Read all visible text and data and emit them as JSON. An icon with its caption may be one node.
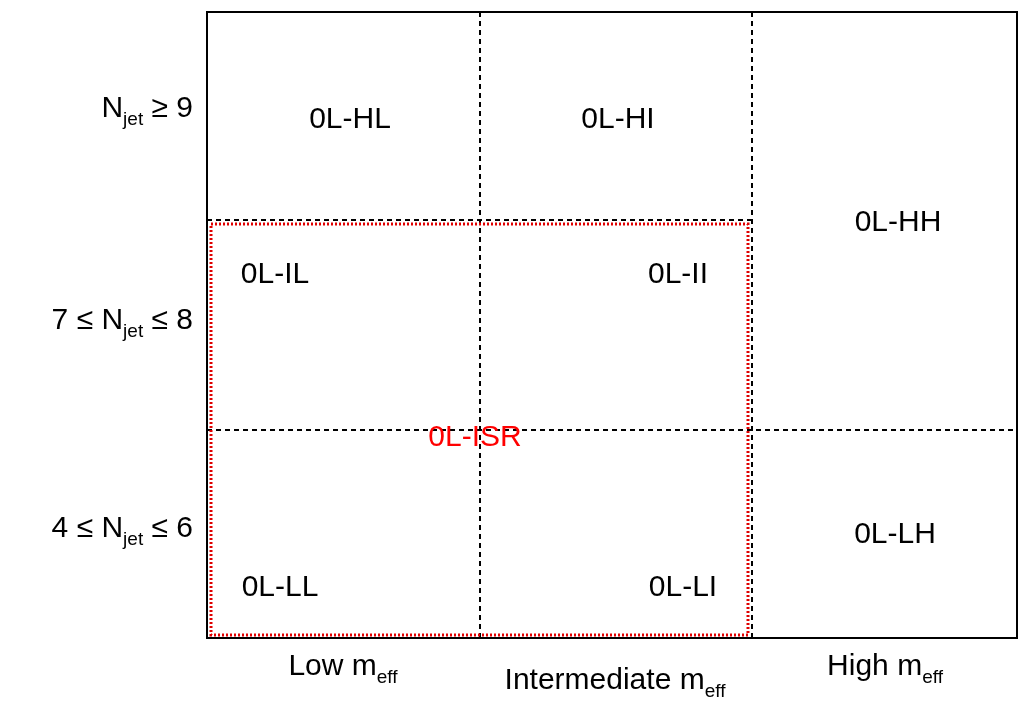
{
  "diagram": {
    "labels": [
      "N$_{jet}$ ≥ 9",
      "0L-HL",
      "0L-HI",
      "0L-HH",
      "0L-IL",
      "0L-II",
      "7 ≤ N$_{jet}$ ≤ 8",
      "0L-ISR",
      "4 ≤ N$_{jet}$ ≤ 6",
      "0L-LH",
      "0L-LL",
      "0L-LI",
      "Low m$_{eff}$",
      "Intermediate m$_{eff}$",
      "High m$_{eff}$"
    ]
  }
}
